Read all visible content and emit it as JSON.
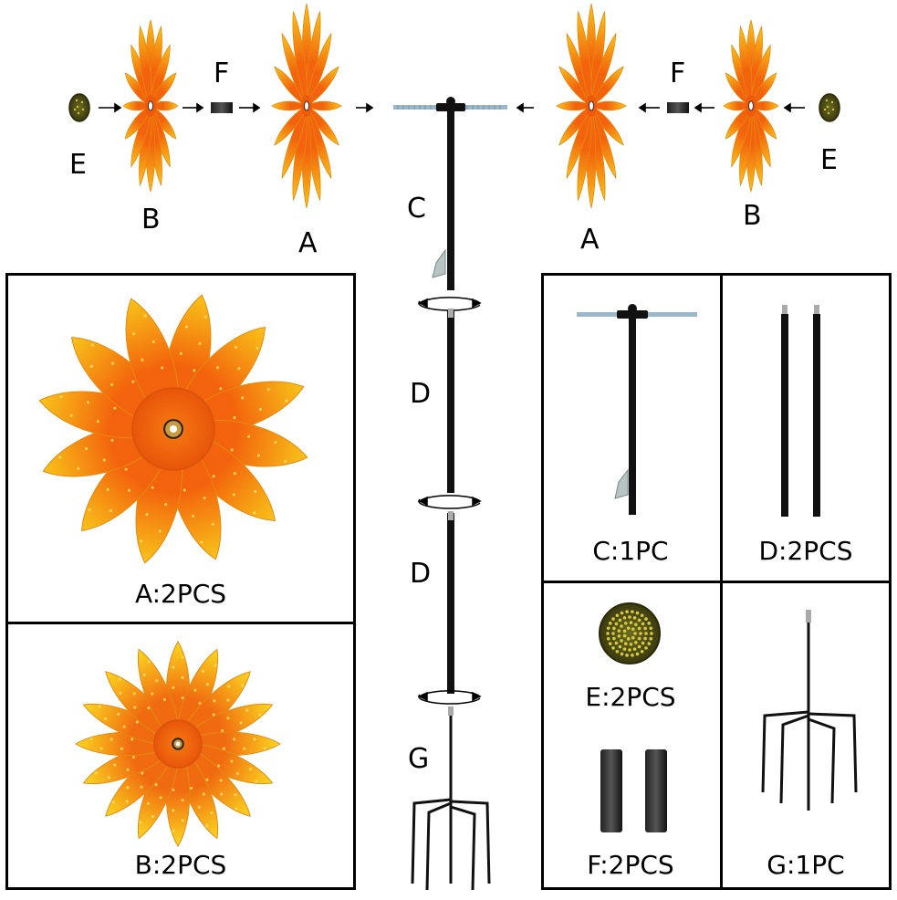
{
  "top_labels": {
    "e_left": "E",
    "b_left": "B",
    "f_left": "F",
    "a_left": "A",
    "c_stem": "C",
    "a_right": "A",
    "f_right": "F",
    "b_right": "B",
    "e_right": "E",
    "d_upper": "D",
    "d_lower": "D",
    "g_stake": "G"
  },
  "captions": {
    "a": "A:2PCS",
    "b": "B:2PCS",
    "c": "C:1PC",
    "d": "D:2PCS",
    "e": "E:2PCS",
    "f": "F:2PCS",
    "g": "G:1PC"
  },
  "colors": {
    "petal_yellow": "#f8d21a",
    "petal_orange": "#f36c0c",
    "pole": "#111111",
    "thread": "#8fb0c0",
    "cap_yellow": "#9a8a2a"
  }
}
